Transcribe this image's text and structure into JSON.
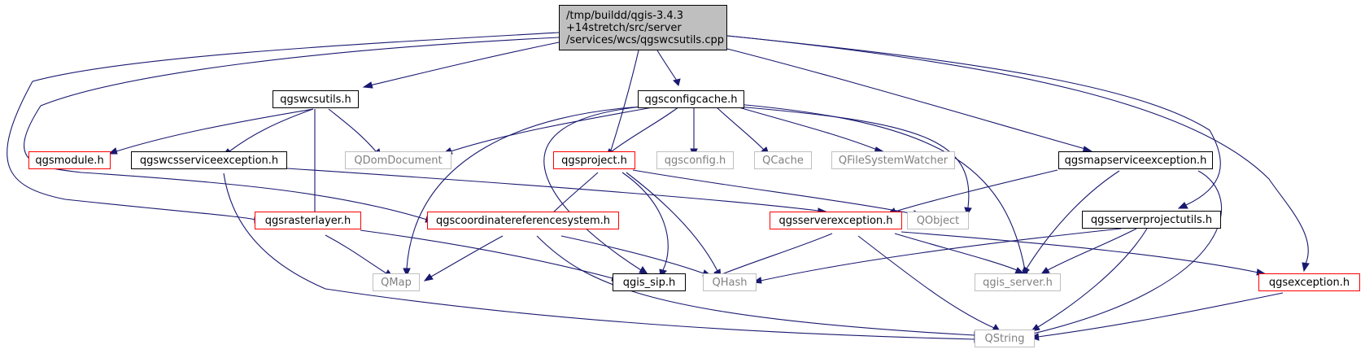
{
  "nodes": {
    "root": {
      "lines": [
        "/tmp/buildd/qgis-3.4.3",
        "+14stretch/src/server",
        "/services/wcs/qgswcsutils.cpp"
      ]
    },
    "qgswcsutils_h": {
      "label": "qgswcsutils.h"
    },
    "qgsconfigcache_h": {
      "label": "qgsconfigcache.h"
    },
    "qgsmodule_h": {
      "label": "qgsmodule.h"
    },
    "qgswcsserviceexception_h": {
      "label": "qgswcsserviceexception.h"
    },
    "qdomdocument": {
      "label": "QDomDocument"
    },
    "qgsproject_h": {
      "label": "qgsproject.h"
    },
    "qgsconfig_h": {
      "label": "qgsconfig.h"
    },
    "qcache": {
      "label": "QCache"
    },
    "qfilesystemwatcher": {
      "label": "QFileSystemWatcher"
    },
    "qgsmapserviceexception_h": {
      "label": "qgsmapserviceexception.h"
    },
    "qobject": {
      "label": "QObject"
    },
    "qgsrasterlayer_h": {
      "label": "qgsrasterlayer.h"
    },
    "qgscoordinatereferencesystem_h": {
      "label": "qgscoordinatereferencesystem.h"
    },
    "qgsserverexception_h": {
      "label": "qgsserverexception.h"
    },
    "qgsserverprojectutils_h": {
      "label": "qgsserverprojectutils.h"
    },
    "qmap": {
      "label": "QMap"
    },
    "qgis_sip_h": {
      "label": "qgis_sip.h"
    },
    "qhash": {
      "label": "QHash"
    },
    "qgis_server_h": {
      "label": "qgis_server.h"
    },
    "qgsexception_h": {
      "label": "qgsexception.h"
    },
    "qstring": {
      "label": "QString"
    }
  },
  "colors": {
    "edge": "#191970",
    "documented_border": "#000000",
    "incomplete_border": "#ff0000",
    "external_border": "#bfbfbf",
    "external_text": "#808080",
    "root_fill": "#bfbfbf"
  }
}
